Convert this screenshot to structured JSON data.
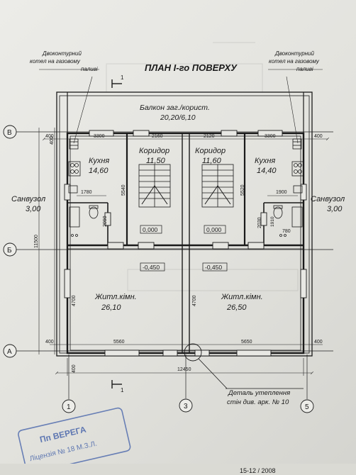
{
  "title": "ПЛАН І-го ПОВЕРХУ",
  "boiler_note_left": [
    "Двоконтурний",
    "котел на газовому",
    "паливі"
  ],
  "boiler_note_right": [
    "Двоконтурний",
    "котел на газовому",
    "паливі"
  ],
  "balcony": {
    "name": "Балкон заг./корист.",
    "area": "20,20/6,10"
  },
  "rooms": [
    {
      "id": "kitchen-left",
      "name": "Кухня",
      "area": "14,60"
    },
    {
      "id": "corridor-left",
      "name": "Коридор",
      "area": "11,50"
    },
    {
      "id": "corridor-right",
      "name": "Коридор",
      "area": "11,60"
    },
    {
      "id": "kitchen-right",
      "name": "Кухня",
      "area": "14,40"
    },
    {
      "id": "bathroom-left",
      "name": "Санвузол",
      "area": "3,00"
    },
    {
      "id": "bathroom-right",
      "name": "Санвузол",
      "area": "3,00"
    },
    {
      "id": "living-left",
      "name": "Житл.кімн.",
      "area": "26,10"
    },
    {
      "id": "living-right",
      "name": "Житл.кімн.",
      "area": "26,50"
    }
  ],
  "levels": {
    "corridor_left": "0,000",
    "corridor_right": "0,000",
    "living_left": "-0,450",
    "living_right": "-0,450"
  },
  "dimensions": {
    "top_row": [
      "400",
      "3300",
      "2160",
      "2120",
      "3300",
      "400"
    ],
    "row_1780": "1780",
    "row_1900": "1900",
    "row_5560": "5560",
    "row_5650": "5650",
    "total": "12450",
    "v_5540": "5540",
    "v_5520": "5520",
    "v_2090": "2090",
    "v_2030": "2030",
    "v_1910": "1910",
    "v_780": "780",
    "v_4700_left": "4700",
    "v_4700_right": "4700",
    "v_11500": "11500",
    "v_400_a": "400",
    "v_400_b": "400",
    "h_400_bl": "400",
    "h_400_br": "400"
  },
  "axes": {
    "rows": [
      "В",
      "Б",
      "А"
    ],
    "cols": [
      "1",
      "3",
      "5"
    ]
  },
  "section_mark": "1",
  "detail_note": [
    "Деталь утеплення",
    "стін див. арк. № 10"
  ],
  "stamp": [
    "Пп ВЕРЕГА",
    "Ліцензія № 18 М.З.Л."
  ],
  "sheet_code": "15-12 / 2008"
}
